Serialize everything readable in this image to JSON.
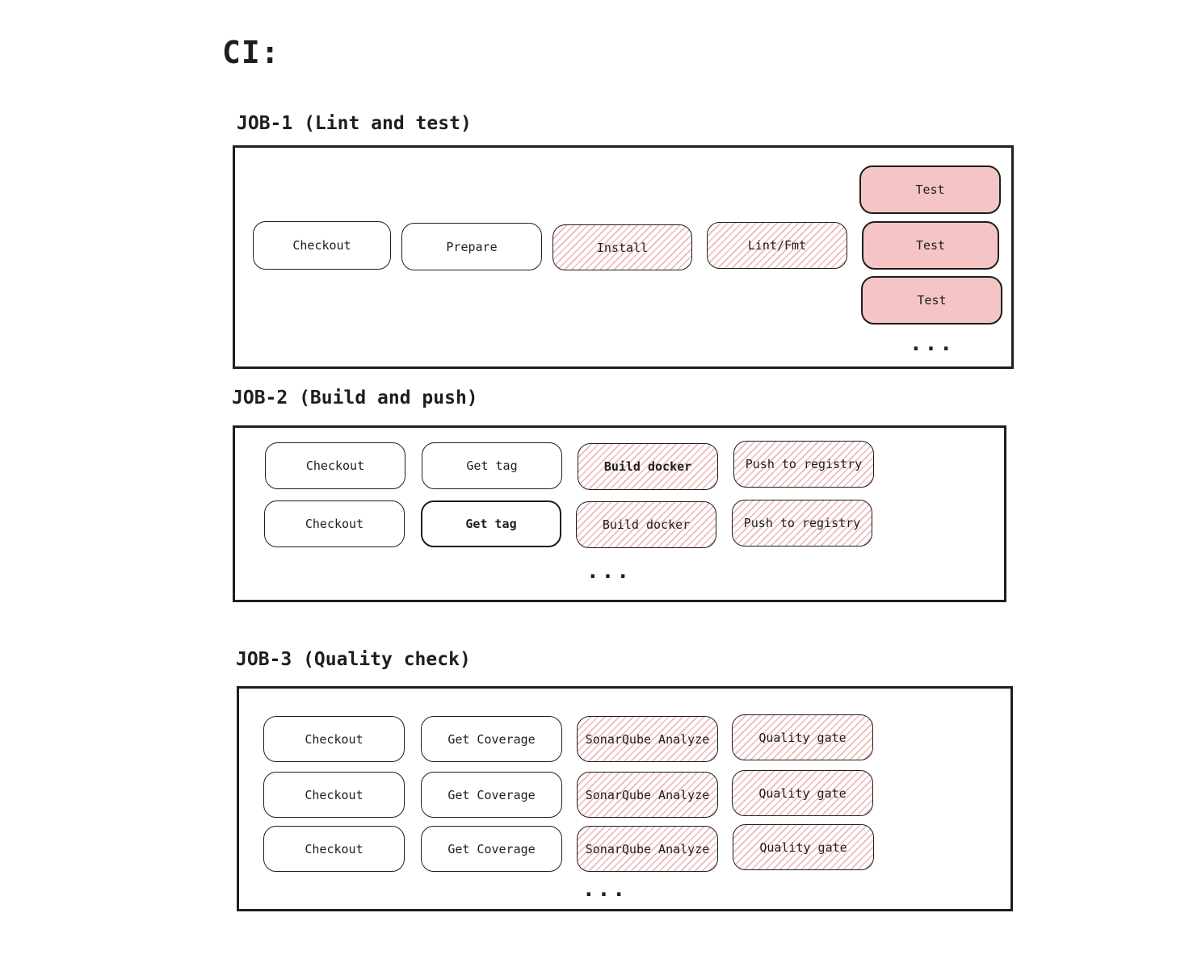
{
  "page": {
    "title": "CI:"
  },
  "colors": {
    "stroke": "#1e1e1e",
    "solid_fill": "#f5c5c5",
    "hatch_line": "#f1b6b6",
    "background": "#ffffff"
  },
  "jobs": [
    {
      "label": "JOB-1 (Lint and test)",
      "steps": [
        {
          "label": "Checkout",
          "fill": "plain",
          "bold": false
        },
        {
          "label": "Prepare",
          "fill": "plain",
          "bold": false
        },
        {
          "label": "Install",
          "fill": "hatch",
          "bold": false
        },
        {
          "label": "Lint/Fmt",
          "fill": "hatch",
          "bold": false
        },
        {
          "label": "Test",
          "fill": "solid",
          "bold": false
        },
        {
          "label": "Test",
          "fill": "solid",
          "bold": false
        },
        {
          "label": "Test",
          "fill": "solid",
          "bold": false
        }
      ],
      "ellipsis": "..."
    },
    {
      "label": "JOB-2 (Build and push)",
      "rows": [
        [
          {
            "label": "Checkout",
            "fill": "plain",
            "bold": false
          },
          {
            "label": "Get tag",
            "fill": "plain",
            "bold": false
          },
          {
            "label": "Build docker",
            "fill": "hatch",
            "bold": true
          },
          {
            "label": "Push to registry",
            "fill": "hatch",
            "bold": false
          }
        ],
        [
          {
            "label": "Checkout",
            "fill": "plain",
            "bold": false
          },
          {
            "label": "Get tag",
            "fill": "plain",
            "bold": true,
            "thick": true
          },
          {
            "label": "Build docker",
            "fill": "hatch",
            "bold": false
          },
          {
            "label": "Push to registry",
            "fill": "hatch",
            "bold": false
          }
        ]
      ],
      "ellipsis": "..."
    },
    {
      "label": "JOB-3 (Quality check)",
      "rows": [
        [
          {
            "label": "Checkout",
            "fill": "plain",
            "bold": false
          },
          {
            "label": "Get Coverage",
            "fill": "plain",
            "bold": false
          },
          {
            "label": "SonarQube Analyze",
            "fill": "hatch",
            "bold": false
          },
          {
            "label": "Quality gate",
            "fill": "hatch",
            "bold": false
          }
        ],
        [
          {
            "label": "Checkout",
            "fill": "plain",
            "bold": false
          },
          {
            "label": "Get Coverage",
            "fill": "plain",
            "bold": false
          },
          {
            "label": "SonarQube Analyze",
            "fill": "hatch",
            "bold": false
          },
          {
            "label": "Quality gate",
            "fill": "hatch",
            "bold": false
          }
        ],
        [
          {
            "label": "Checkout",
            "fill": "plain",
            "bold": false
          },
          {
            "label": "Get Coverage",
            "fill": "plain",
            "bold": false
          },
          {
            "label": "SonarQube Analyze",
            "fill": "hatch",
            "bold": false
          },
          {
            "label": "Quality gate",
            "fill": "hatch",
            "bold": false
          }
        ]
      ],
      "ellipsis": "..."
    }
  ]
}
